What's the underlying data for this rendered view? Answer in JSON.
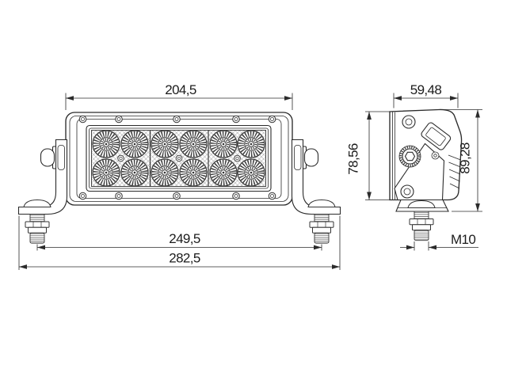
{
  "drawing_type": "technical-dimension-drawing",
  "subject": "dual-row LED light bar with side mounting brackets, front and side views",
  "led_count": 12,
  "views": {
    "front": {
      "width_top": "204,5",
      "bolt_spacing": "249,5",
      "overall_width": "282,5"
    },
    "side": {
      "depth": "59,48",
      "housing_height": "78,56",
      "overall_height": "89,28",
      "bolt_thread": "M10"
    }
  },
  "colors": {
    "line": "#2b2b2b",
    "hatch": "#9e9e9e",
    "background": "#ffffff"
  }
}
